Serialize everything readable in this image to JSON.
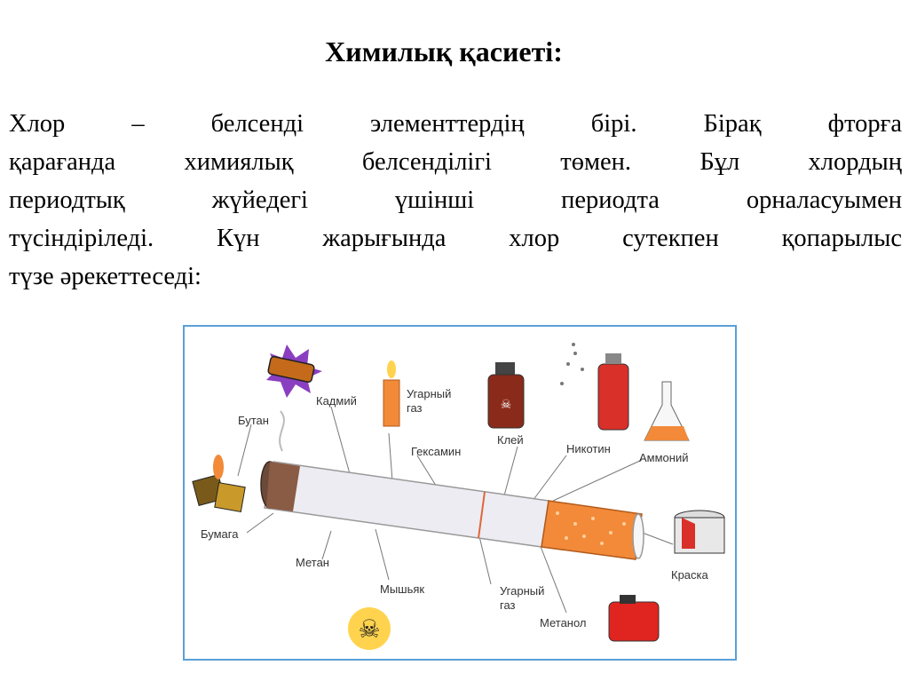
{
  "slide": {
    "title": "Химилық қасиеті:",
    "paragraph_lines": [
      "Хлор – белсенді элементтердің бірі. Бірақ фторға",
      "қарағанда химиялық белсенділігі төмен. Бұл хлордың",
      "периодтық жүйедегі үшінші периодта орналасуымен",
      "түсіндіріледі. Күн жарығында хлор сутекпен қопарылыс",
      "түзе әрекеттеседі:"
    ]
  },
  "figure": {
    "labels": {
      "butan": "Бутан",
      "kadmiy": "Кадмий",
      "ugarny_top_1": "Угарный",
      "ugarny_top_2": "газ",
      "kley": "Клей",
      "heksamin": "Гексамин",
      "nikotin": "Никотин",
      "ammoniy": "Аммоний",
      "bumaga": "Бумага",
      "metan": "Метан",
      "myshyak": "Мышьяк",
      "ugarny_bot_1": "Угарный",
      "ugarny_bot_2": "газ",
      "metanol": "Метанол",
      "kraska": "Краска"
    },
    "colors": {
      "frame": "#5aa0d8",
      "filter": "#f28a3a",
      "paper": "#e9e9ef",
      "ash": "#6b4a3a"
    }
  }
}
